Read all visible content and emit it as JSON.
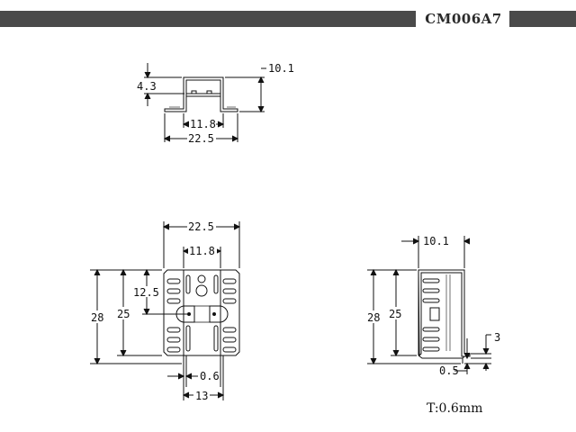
{
  "header": {
    "code": "CM006A7"
  },
  "views": {
    "top": {
      "d_10_1": "10.1",
      "d_4_3": "4.3",
      "d_11_8": "11.8",
      "d_22_5": "22.5"
    },
    "front": {
      "d_22_5": "22.5",
      "d_11_8": "11.8",
      "d_12_5": "12.5",
      "d_28": "28",
      "d_25": "25",
      "d_0_6": "0.6",
      "d_13": "13"
    },
    "side": {
      "d_10_1": "10.1",
      "d_28": "28",
      "d_25": "25",
      "d_3": "3",
      "d_0_5": "0.5"
    }
  },
  "thickness": "T:0.6mm"
}
